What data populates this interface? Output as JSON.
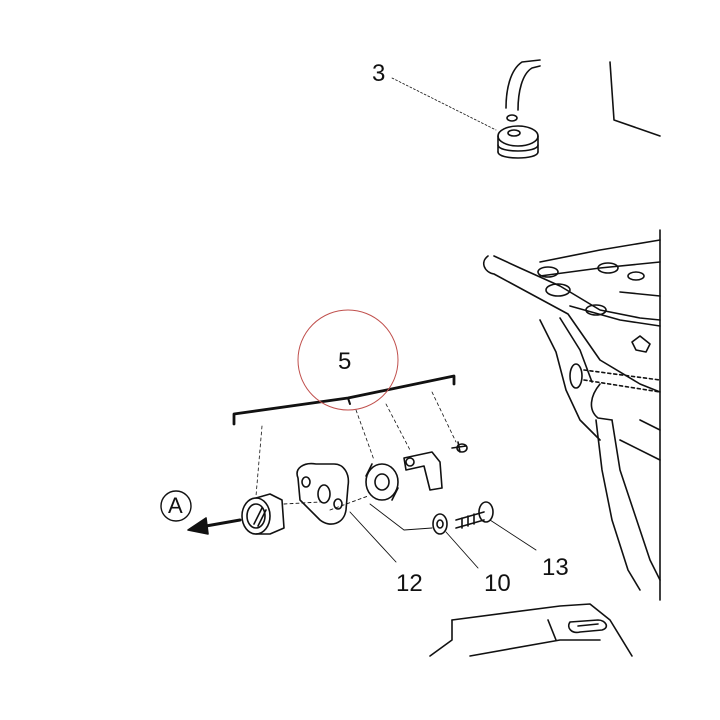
{
  "diagram": {
    "callouts": {
      "part_3": "3",
      "part_5": "5",
      "part_10": "10",
      "part_12": "12",
      "part_13": "13",
      "view_a": "A"
    },
    "highlight_color": "#c0504d",
    "line_color": "#111111"
  }
}
